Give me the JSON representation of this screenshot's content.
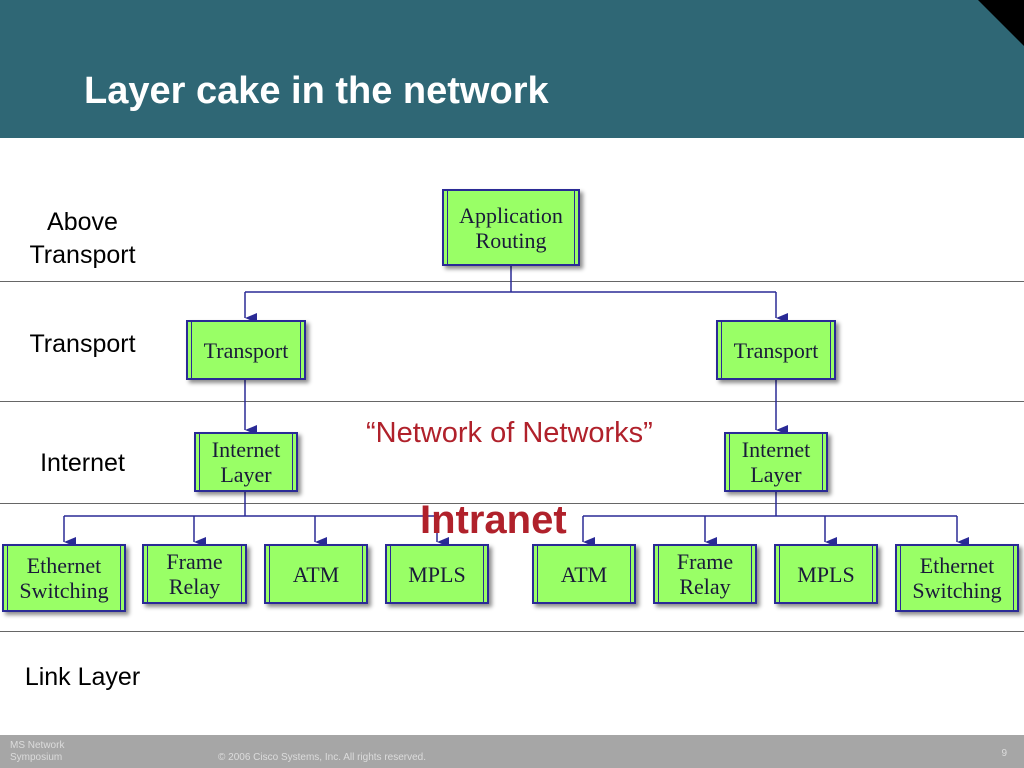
{
  "slide": {
    "title": "Layer cake in the network",
    "layers": {
      "above_transport": "Above Transport",
      "transport": "Transport",
      "internet": "Internet",
      "link": "Link Layer"
    },
    "annotations": {
      "network_of_networks": "“Network of Networks”",
      "intranet": "Intranet"
    }
  },
  "diagram": {
    "application": [
      "Application",
      "Routing"
    ],
    "transport_left": "Transport",
    "transport_right": "Transport",
    "internet_left": [
      "Internet",
      "Layer"
    ],
    "internet_right": [
      "Internet",
      "Layer"
    ],
    "link_left": [
      [
        "Ethernet",
        "Switching"
      ],
      [
        "Frame",
        "Relay"
      ],
      [
        "ATM"
      ],
      [
        "MPLS"
      ]
    ],
    "link_right": [
      [
        "ATM"
      ],
      [
        "Frame",
        "Relay"
      ],
      [
        "MPLS"
      ],
      [
        "Ethernet",
        "Switching"
      ]
    ],
    "colors": {
      "box_fill": "#99ff66",
      "box_border": "#2a2a96",
      "connector": "#2a2a96",
      "header": "#2f6775",
      "accent_text": "#b0212b"
    }
  },
  "footer": {
    "event_line1": "MS Network",
    "event_line2": "Symposium",
    "copyright": "© 2006 Cisco Systems, Inc. All rights reserved.",
    "page_number": "9"
  }
}
